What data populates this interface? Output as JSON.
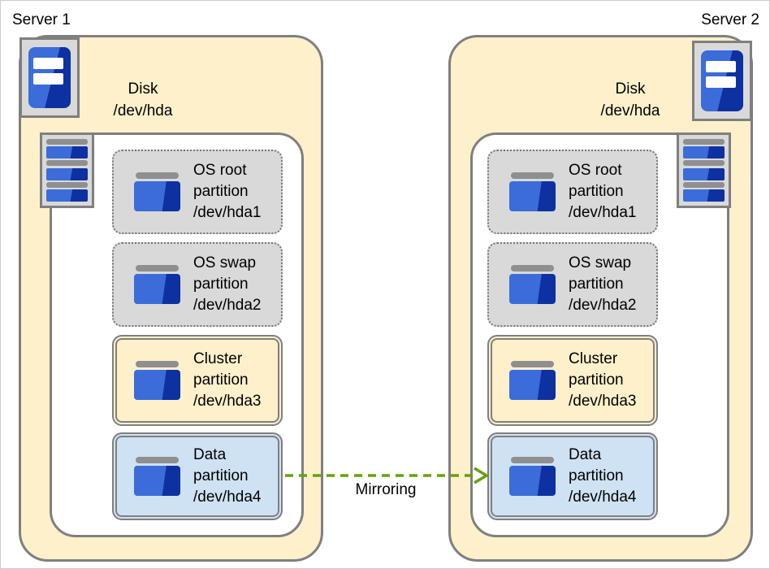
{
  "colors": {
    "cream": "#fdf0cb",
    "panel-border": "#7f7f7f",
    "gray-fill": "#d9d9d9",
    "gray-dot-border": "#757575",
    "blue-fill": "#cfe2f3",
    "icon-blue-light": "#3b6cd9",
    "icon-blue-dark": "#0d31a0",
    "icon-gray": "#8f8f8f",
    "arrow-green": "#66a10e",
    "text": "#000000",
    "canvas-border": "#cccccc"
  },
  "servers": [
    {
      "label": "Server 1",
      "disk": {
        "lines": [
          "Disk",
          "/dev/hda"
        ]
      },
      "partitions": [
        {
          "lines": [
            "OS root",
            "partition",
            "/dev/hda1"
          ]
        },
        {
          "lines": [
            "OS swap",
            "partition",
            "/dev/hda2"
          ]
        },
        {
          "lines": [
            "Cluster",
            "partition",
            "/dev/hda3"
          ]
        },
        {
          "lines": [
            "Data",
            "partition",
            "/dev/hda4"
          ]
        }
      ]
    },
    {
      "label": "Server 2",
      "disk": {
        "lines": [
          "Disk",
          "/dev/hda"
        ]
      },
      "partitions": [
        {
          "lines": [
            "OS root",
            "partition",
            "/dev/hda1"
          ]
        },
        {
          "lines": [
            "OS swap",
            "partition",
            "/dev/hda2"
          ]
        },
        {
          "lines": [
            "Cluster",
            "partition",
            "/dev/hda3"
          ]
        },
        {
          "lines": [
            "Data",
            "partition",
            "/dev/hda4"
          ]
        }
      ]
    }
  ],
  "mirroring": {
    "label": "Mirroring"
  }
}
